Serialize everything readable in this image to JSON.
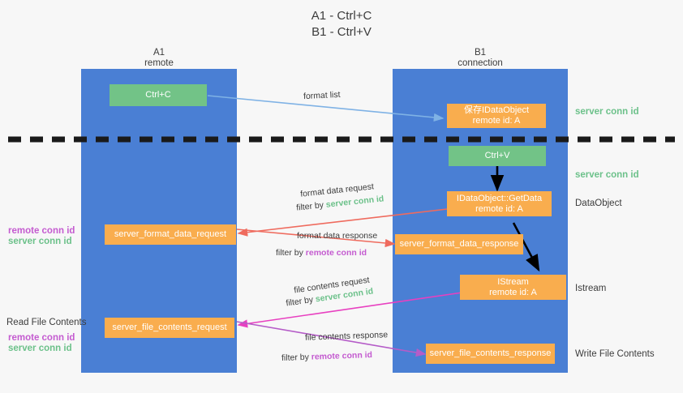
{
  "title": {
    "line1": "A1 - Ctrl+C",
    "line2": "B1 - Ctrl+V"
  },
  "lanes": [
    {
      "name": "A1",
      "subtitle": "remote"
    },
    {
      "name": "B1",
      "subtitle": "connection"
    }
  ],
  "nodes": {
    "ctrl_c": {
      "label": "Ctrl+C",
      "color": "#72c387"
    },
    "ctrl_v": {
      "label": "Ctrl+V",
      "color": "#72c387"
    },
    "idataobject": {
      "label": "保存IDataObject",
      "sub": "remote id: A",
      "color": "#f9ad4e"
    },
    "getdata": {
      "label": "IDataObject::GetData",
      "sub": "remote id: A",
      "color": "#f9ad4e"
    },
    "istream": {
      "label": "IStream",
      "sub": "remote id: A",
      "color": "#f9ad4e"
    },
    "server_format_data_request": {
      "label": "server_format_data_request",
      "color": "#f9ad4e"
    },
    "server_format_data_response": {
      "label": "server_format_data_response",
      "color": "#f9ad4e"
    },
    "server_file_contents_request": {
      "label": "server_file_contents_request",
      "color": "#f9ad4e"
    },
    "server_file_contents_response": {
      "label": "server_file_contents_response",
      "color": "#f9ad4e"
    }
  },
  "arrow_labels": {
    "format_list": "format list",
    "format_data_request": "format data request",
    "format_data_request_filter_prefix": "filter by ",
    "format_data_request_filter_value": "server conn id",
    "format_data_response": "format data response",
    "format_data_response_filter_prefix": "filter by ",
    "format_data_response_filter_value": "remote conn id",
    "file_contents_request": "file contents request",
    "file_contents_request_filter_prefix": "filter by ",
    "file_contents_request_filter_value": "server conn id",
    "file_contents_response": "file contents response",
    "file_contents_response_filter_prefix": "filter by ",
    "file_contents_response_filter_value": "remote conn id"
  },
  "annotations": {
    "right_server_conn_id_top": "server conn id",
    "right_server_conn_id_mid": "server conn id",
    "right_dataobject": "DataObject",
    "right_istream": "Istream",
    "right_write_file_contents": "Write File Contents",
    "left_remote_conn_id_1": "remote conn id",
    "left_server_conn_id_1": "server conn id",
    "left_read_file_contents": "Read File Contents",
    "left_remote_conn_id_2": "remote conn id",
    "left_server_conn_id_2": "server conn id"
  },
  "colors": {
    "lane": "#4a7fd4",
    "green_node": "#72c387",
    "orange_node": "#f9ad4e",
    "green_text": "#6cc18a",
    "purple_text": "#c45bd0",
    "blue_arrow": "#7fb2e5",
    "red_arrow": "#ef6b5e",
    "magenta_arrow": "#e840c0",
    "purple_arrow": "#b55cc8",
    "black_arrow": "#000000",
    "divider": "#1a1a1a",
    "background": "#f7f7f7"
  }
}
